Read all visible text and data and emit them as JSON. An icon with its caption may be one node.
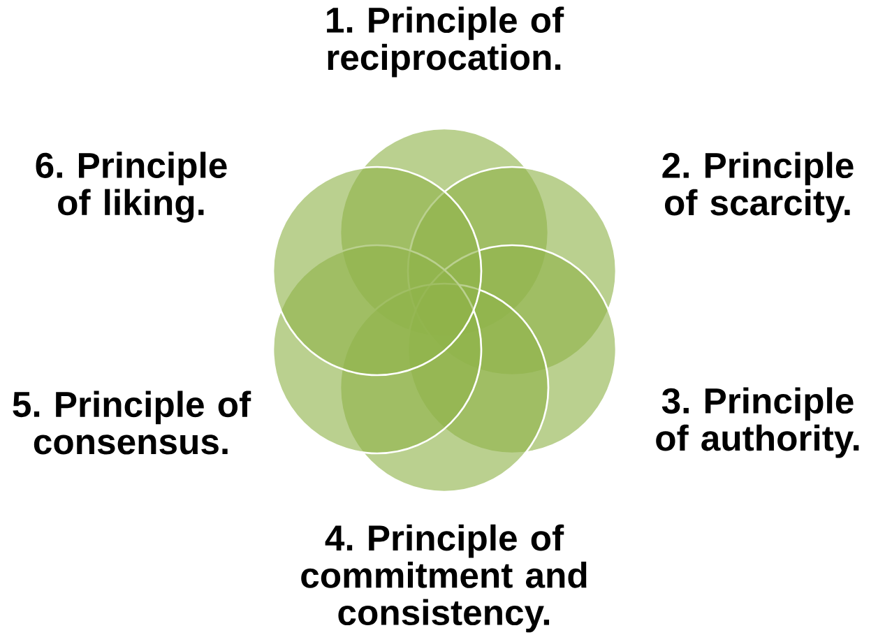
{
  "diagram": {
    "nodes": [
      {
        "text": [
          "1. Principle of reciprocation."
        ]
      },
      {
        "text": [
          "2. Principle of scarcity."
        ]
      },
      {
        "text": [
          "3. Principle of authority."
        ]
      },
      {
        "text": [
          "4. Principle of commitment and consistency."
        ]
      },
      {
        "text": [
          "5. Principle of consensus."
        ]
      },
      {
        "text": [
          "6. Principle of liking."
        ]
      }
    ]
  }
}
